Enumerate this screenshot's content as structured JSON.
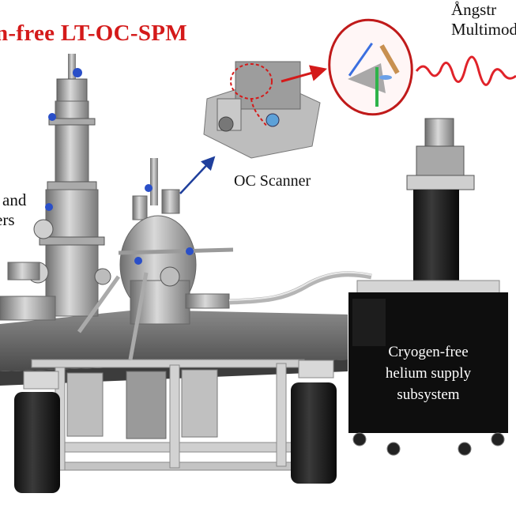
{
  "title": "n-free LT-OC-SPM",
  "top_right": {
    "line1": "Ångstr",
    "line2": "Multimod"
  },
  "oc_scanner_label": "OC Scanner",
  "left_label": {
    "line1": "and",
    "line2": "ers"
  },
  "subsystem_label": {
    "line1": "Cryogen-free",
    "line2": "helium supply",
    "line3": "subsystem"
  },
  "colors": {
    "title": "#d41a1a",
    "arrow_blue": "#1f3f9c",
    "arrow_red": "#d41a1a",
    "wave_red": "#e0232a",
    "cabinet": "#0e0e0e"
  }
}
